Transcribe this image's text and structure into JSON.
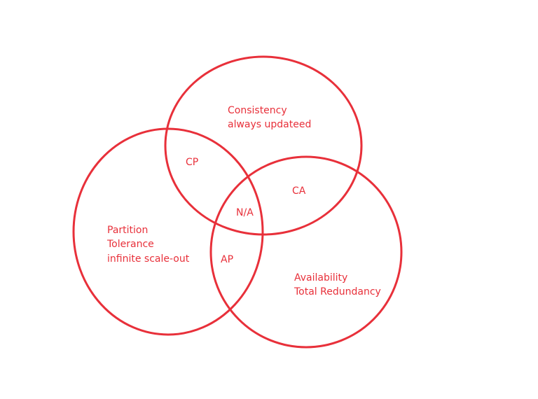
{
  "diagram": {
    "stroke_color": "#e8303a",
    "sets": {
      "consistency": {
        "line1": "Consistency",
        "line2": "always updateed"
      },
      "partition": {
        "line1": "Partition",
        "line2": "Tolerance",
        "line3": "infinite scale-out"
      },
      "availability": {
        "line1": "Availability",
        "line2": "Total Redundancy"
      }
    },
    "intersections": {
      "cp": "CP",
      "ca": "CA",
      "ap": "AP",
      "center": "N/A"
    }
  }
}
